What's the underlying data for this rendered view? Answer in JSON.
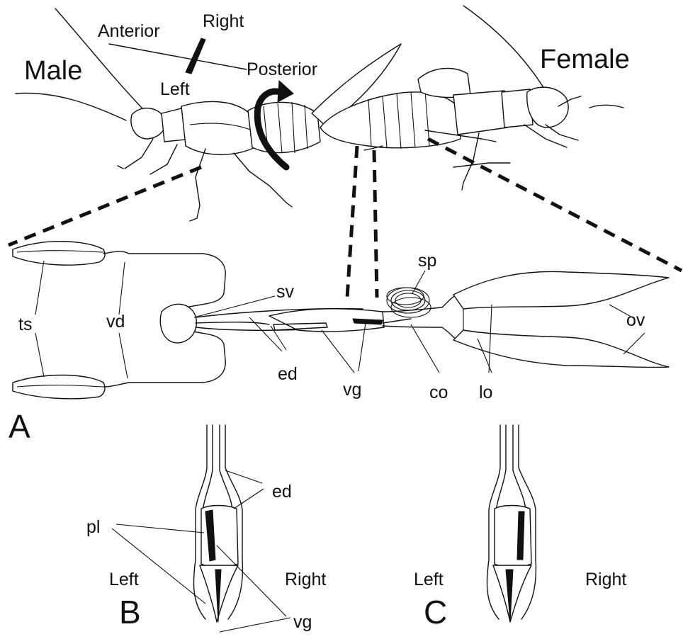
{
  "colors": {
    "ink": "#111111",
    "background": "#ffffff"
  },
  "top": {
    "male": "Male",
    "female": "Female",
    "orientation": {
      "anterior": "Anterior",
      "right": "Right",
      "left": "Left",
      "posterior": "Posterior"
    }
  },
  "panel_a": {
    "letter": "A",
    "labels": {
      "ts": "ts",
      "vd": "vd",
      "sv": "sv",
      "ed": "ed",
      "vg": "vg",
      "sp": "sp",
      "co": "co",
      "lo": "lo",
      "ov": "ov"
    }
  },
  "panel_b": {
    "letter": "B",
    "left": "Left",
    "right": "Right",
    "labels": {
      "ed": "ed",
      "pl": "pl",
      "vg": "vg"
    }
  },
  "panel_c": {
    "letter": "C",
    "left": "Left",
    "right": "Right"
  }
}
